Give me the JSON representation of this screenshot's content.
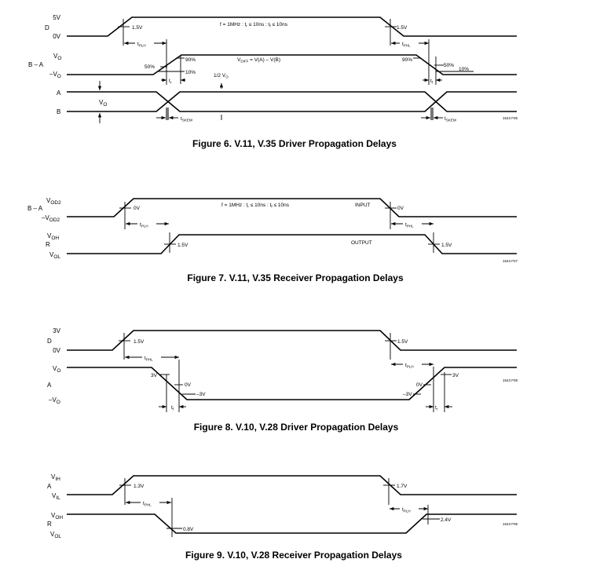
{
  "fig6": {
    "sig_d_high": "5V",
    "sig_d_name": "D",
    "sig_d_low": "0V",
    "sig_ba_high": "V",
    "sig_ba_high_sub": "O",
    "sig_ba_name": "B – A",
    "sig_ba_low": "–V",
    "sig_ba_low_sub": "O",
    "sig_a_name": "A",
    "sig_b_name": "B",
    "vo_main": "V",
    "vo_sub": "O",
    "freq": "f = 1MHz : t",
    "freq_r": "r",
    "freq_mid": " ≤ 10ns : t",
    "freq_f": "f",
    "freq_end": " ≤ 10ns",
    "th_left": "1.5V",
    "th_right": "1.5V",
    "tplh": "t",
    "tplh_sub": "PLH",
    "tphl": "t",
    "tphl_sub": "PHL",
    "p50_left": "50%",
    "p90_left": "90%",
    "p10_left": "10%",
    "p90_right": "90%",
    "p50_right": "50%",
    "p10_right": "10%",
    "tr": "t",
    "tr_sub": "r",
    "tf": "t",
    "tf_sub": "f",
    "vdiff": "V",
    "vdiff_sub": "DIFF",
    "vdiff_eq": " = V(A) – V(B)",
    "half_vo": "1/2 V",
    "half_vo_sub": "O",
    "tskew": "t",
    "tskew_sub": "SKEW",
    "tag": "1543 F06",
    "caption": "Figure 6. V.11, V.35 Driver Propagation Delays"
  },
  "fig7": {
    "sig_in_high": "V",
    "sig_in_high_sub": "OD2",
    "sig_in_name": "B – A",
    "sig_in_low": "–V",
    "sig_in_low_sub": "OD2",
    "sig_out_high": "V",
    "sig_out_high_sub": "OH",
    "sig_out_name": "R",
    "sig_out_low": "V",
    "sig_out_low_sub": "OL",
    "th_left": "0V",
    "th_right": "0V",
    "freq": "f = 1MHz : t",
    "freq_r": "r",
    "freq_mid": " ≤ 10ns : t",
    "freq_f": "f",
    "freq_end": " ≤ 10ns",
    "input_label": "INPUT",
    "output_label": "OUTPUT",
    "tplh": "t",
    "tplh_sub": "PLH",
    "tphl": "t",
    "tphl_sub": "PHL",
    "out_th_left": "1.5V",
    "out_th_right": "1.5V",
    "tag": "1543 F07",
    "caption": "Figure 7. V.11, V.35 Receiver Propagation Delays"
  },
  "fig8": {
    "sig_d_high": "3V",
    "sig_d_name": "D",
    "sig_d_low": "0V",
    "sig_a_high": "V",
    "sig_a_high_sub": "O",
    "sig_a_name": "A",
    "sig_a_low": "–V",
    "sig_a_low_sub": "O",
    "th_left": "1.5V",
    "th_right": "1.5V",
    "tphl": "t",
    "tphl_sub": "PHL",
    "tplh": "t",
    "tplh_sub": "PLH",
    "v3_left": "3V",
    "v0_left": "0V",
    "vm3_left": "–3V",
    "v0_right": "0V",
    "vm3_right": "–3V",
    "v3_right": "3V",
    "tf": "t",
    "tf_sub": "f",
    "tr": "t",
    "tr_sub": "r",
    "tag": "1543 F08",
    "caption": "Figure 8. V.10, V.28 Driver Propagation Delays"
  },
  "fig9": {
    "sig_a_high": "V",
    "sig_a_high_sub": "IH",
    "sig_a_name": "A",
    "sig_a_low": "V",
    "sig_a_low_sub": "IL",
    "sig_r_high": "V",
    "sig_r_high_sub": "OH",
    "sig_r_name": "R",
    "sig_r_low": "V",
    "sig_r_low_sub": "OL",
    "th_left": "1.3V",
    "th_right": "1.7V",
    "tphl": "t",
    "tphl_sub": "PHL",
    "tplh": "t",
    "tplh_sub": "PLH",
    "out_th_left": "0.8V",
    "out_th_right": "2.4V",
    "tag": "1543 F09",
    "caption": "Figure 9. V.10, V.28 Receiver Propagation Delays"
  }
}
